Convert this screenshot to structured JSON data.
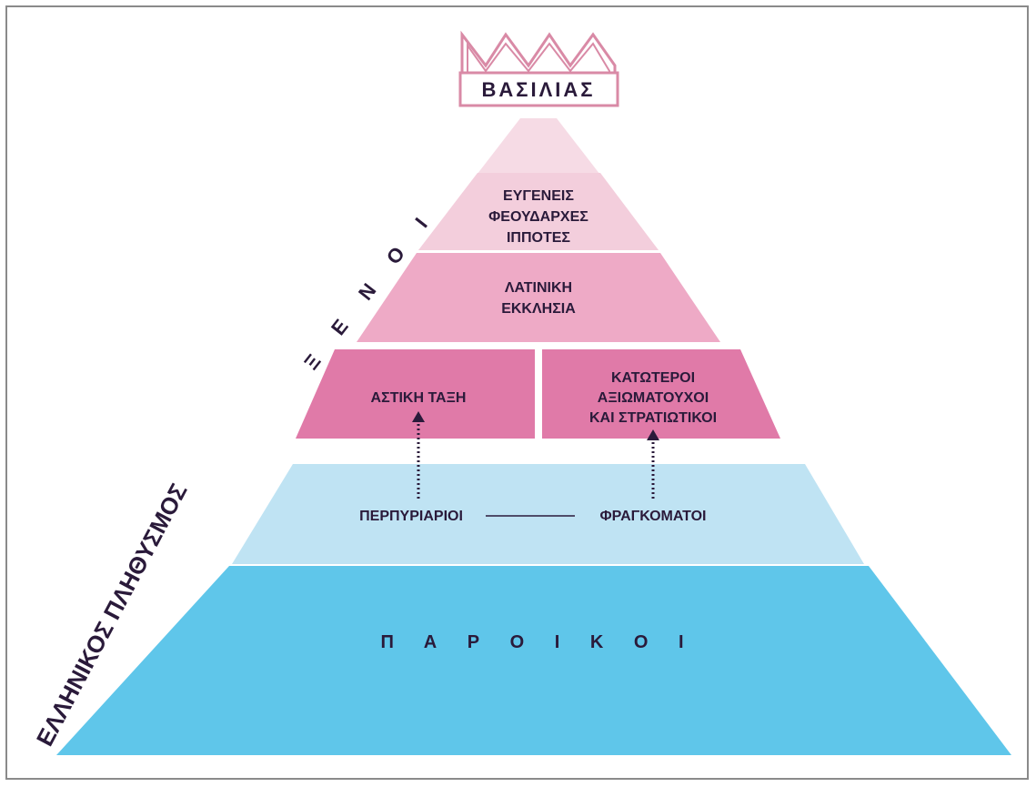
{
  "crown": {
    "label": "ΒΑΣΙΛΙΑΣ"
  },
  "tiers": {
    "nobles": [
      "ΕΥΓΕΝΕΙΣ",
      "ΦΕΟΥΔΑΡΧΕΣ",
      "ΙΠΠΟΤΕΣ"
    ],
    "church": [
      "ΛΑΤΙΝΙΚΗ",
      "ΕΚΚΛΗΣΙΑ"
    ],
    "bourgeoisie": "ΑΣΤΙΚΗ ΤΑΞΗ",
    "lower_officials": [
      "ΚΑΤΩΤΕΡΟΙ",
      "ΑΞΙΩΜΑΤΟΥΧΟΙ",
      "ΚΑΙ ΣΤΡΑΤΙΩΤΙΚΟΙ"
    ],
    "perpyriarioi": "ΠΕΡΠΥΡΙΑΡΙΟΙ",
    "fragkomatoi": "ΦΡΑΓΚΟΜΑΤΟΙ",
    "paroikoi": "Π Α Ρ Ο Ι Κ Ο Ι"
  },
  "side_labels": {
    "foreigners": "Ξ Ε Ν Ο Ι",
    "greek_population": "ΕΛΛΗΝΙΚΟΣ ΠΛΗΘΥΣΜΟΣ"
  },
  "colors": {
    "apex": "#f6dbe5",
    "nobles": "#f3cedc",
    "church": "#eeaac6",
    "middle": "#e07aa8",
    "light_blue": "#bfe3f3",
    "blue": "#5fc6ea",
    "crown": "#d98aa6"
  }
}
